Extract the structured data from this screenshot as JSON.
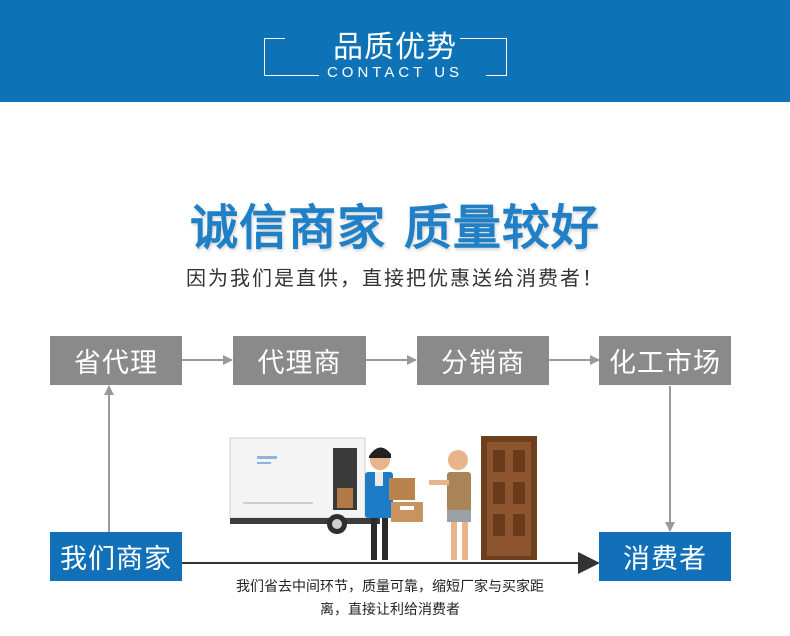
{
  "banner": {
    "title": "品质优势",
    "subtitle": "CONTACT US"
  },
  "headline": "诚信商家  质量较好",
  "subline": "因为我们是直供，直接把优惠送给消费者！",
  "flow": {
    "top_boxes": [
      "省代理",
      "代理商",
      "分销商",
      "化工市场"
    ],
    "our_shop": "我们商家",
    "consumer": "消费者"
  },
  "caption": {
    "line1": "我们省去中间环节，质量可靠，缩短厂家与买家距",
    "line2": "离，直接让利给消费者"
  },
  "colors": {
    "banner_blue": "#0e73b6",
    "headline_blue": "#1f7fc7",
    "gray_box": "#8a8a8a",
    "blue_box": "#1270b8"
  },
  "icons": [
    "delivery-truck-illustration",
    "courier-illustration",
    "customer-illustration",
    "door-illustration"
  ]
}
